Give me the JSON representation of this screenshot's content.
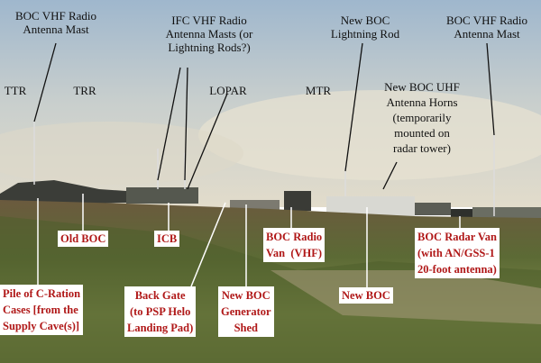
{
  "top_labels": {
    "boc_vhf_mast_left": [
      "BOC VHF Radio",
      "Antenna Mast"
    ],
    "ttr": "TTR",
    "trr": "TRR",
    "ifc_masts": [
      "IFC VHF Radio",
      "Antenna Masts (or",
      "Lightning Rods?)"
    ],
    "lopar": "LOPAR",
    "mtr": "MTR",
    "new_boc_rod": [
      "New BOC",
      "Lightning Rod"
    ],
    "boc_vhf_mast_right": [
      "BOC VHF Radio",
      "Antenna Mast"
    ],
    "uhf_horns": [
      "New BOC UHF",
      "Antenna Horns",
      "(temporarily",
      "mounted on",
      "radar tower)"
    ]
  },
  "boxed_labels": {
    "old_boc": "Old BOC",
    "icb": "ICB",
    "pile": [
      "Pile of C-Ration",
      "Cases [from the",
      "Supply Cave(s)]"
    ],
    "back_gate": [
      "Back Gate",
      "(to PSP Helo",
      "Landing Pad)"
    ],
    "generator": [
      "New BOC",
      "Generator",
      "Shed"
    ],
    "radio_van": [
      "BOC Radio",
      "Van  (VHF)"
    ],
    "new_boc": "New BOC",
    "radar_van": [
      "BOC Radar Van",
      "(with AN/GSS-1",
      "20-foot antenna)"
    ]
  },
  "colors": {
    "label_text": "#b01818",
    "label_bg": "#ffffff"
  }
}
